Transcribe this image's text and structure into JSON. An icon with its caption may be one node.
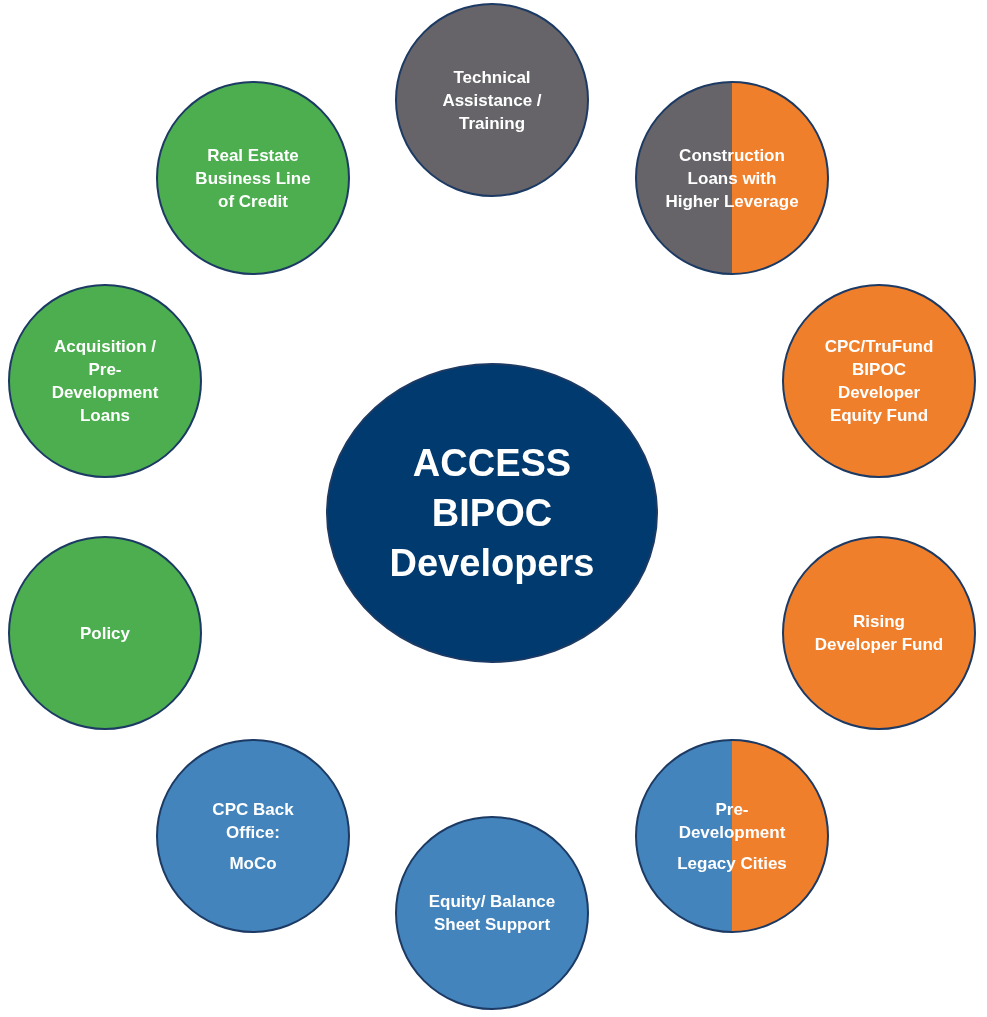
{
  "diagram": {
    "nodes": [
      {
        "text": [
          "ACCESS BIPOC Developers"
        ]
      },
      {
        "text": [
          "Technical Assistance / Training"
        ]
      },
      {
        "text": [
          "Construction Loans with Higher Leverage"
        ]
      },
      {
        "text": [
          "CPC/TruFund BIPOC Developer Equity Fund"
        ]
      },
      {
        "text": [
          "Rising Developer Fund"
        ]
      },
      {
        "text": [
          "Pre-Development",
          "Legacy Cities"
        ]
      },
      {
        "text": [
          "Equity/ Balance Sheet Support"
        ]
      },
      {
        "text": [
          "CPC Back Office:",
          "MoCo"
        ]
      },
      {
        "text": [
          "Policy"
        ]
      },
      {
        "text": [
          "Acquisition / Pre-Development Loans"
        ]
      },
      {
        "text": [
          "Real Estate Business Line of Credit"
        ]
      }
    ]
  }
}
